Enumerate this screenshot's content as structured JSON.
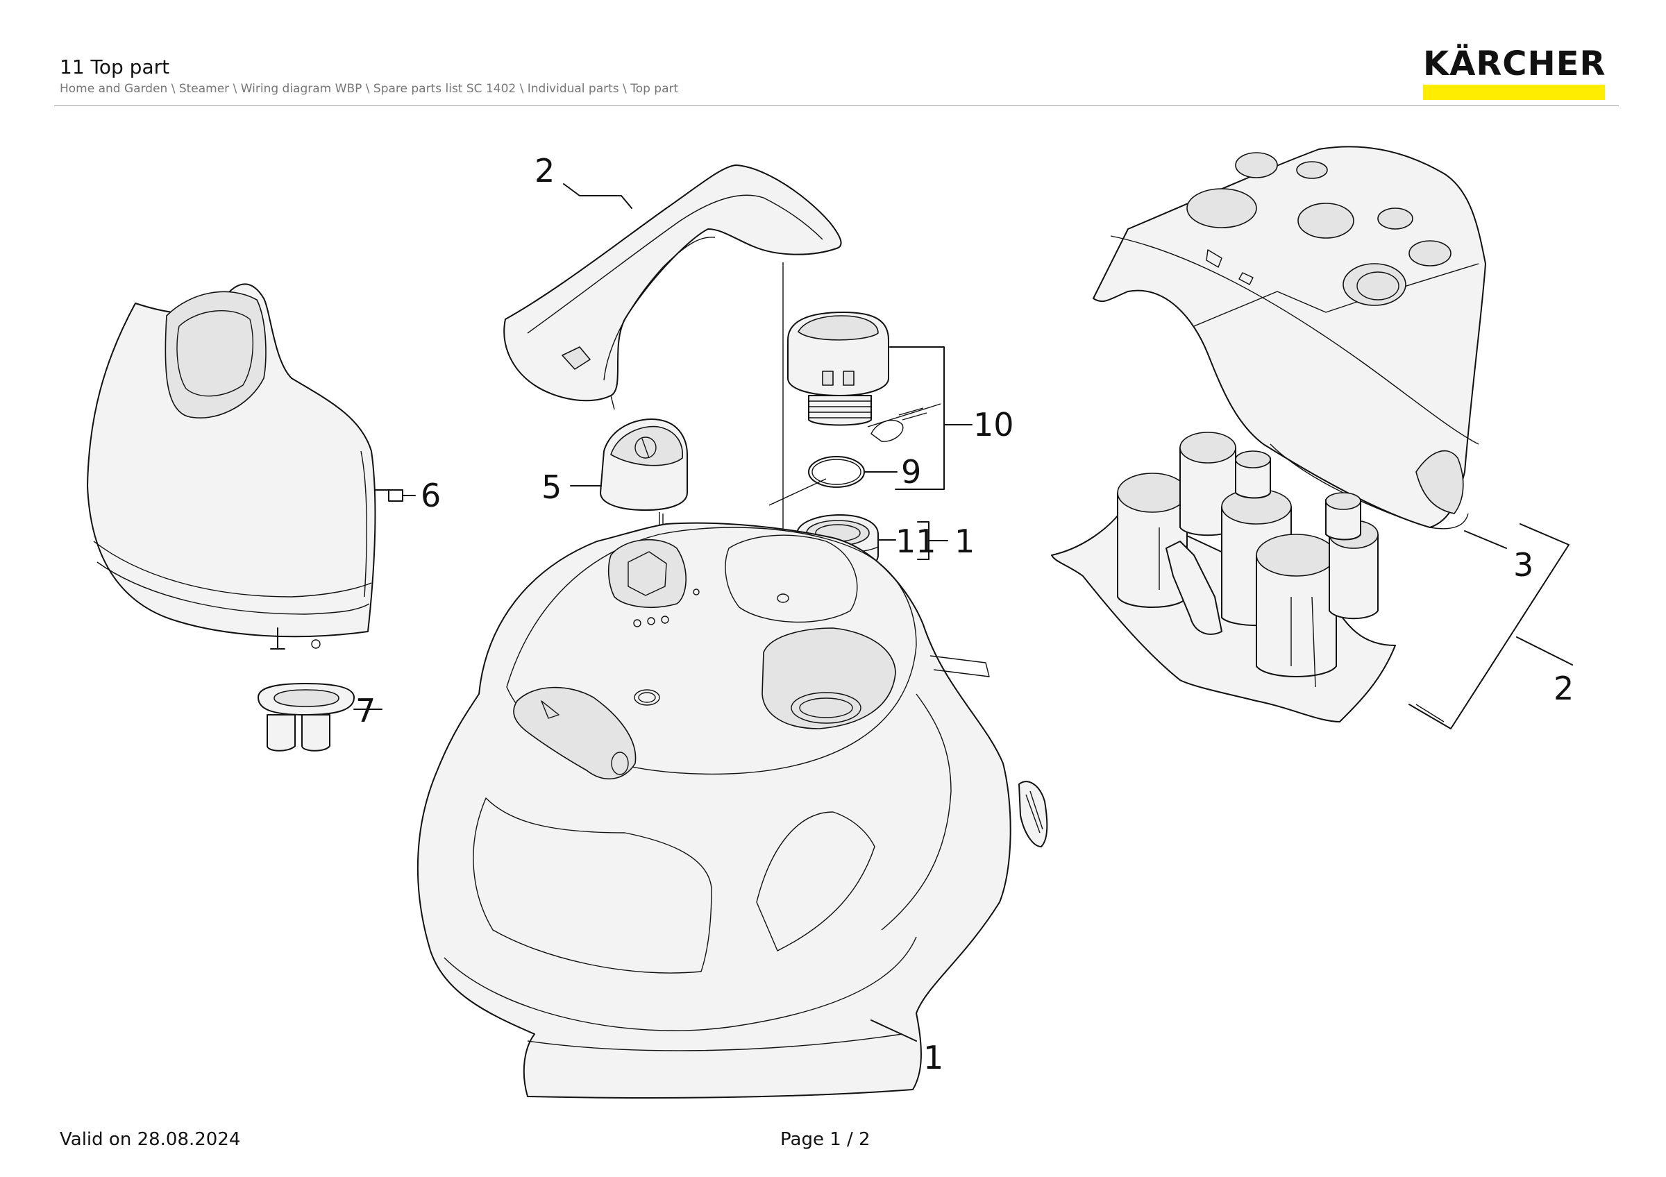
{
  "header": {
    "title": "11 Top part",
    "breadcrumb": "Home and Garden \\ Steamer \\ Wiring diagram WBP \\ Spare parts list SC 1402 \\ Individual parts \\ Top part",
    "logo_text": "KÄRCHER",
    "logo_color": "#ffed00"
  },
  "diagram": {
    "callouts": {
      "c1_main": "1",
      "c1_right": "1",
      "c2_handle": "2",
      "c2_holder": "2",
      "c3": "3",
      "c5": "5",
      "c6": "6",
      "c7": "7",
      "c9": "9",
      "c10": "10",
      "c11": "11"
    }
  },
  "footer": {
    "valid": "Valid on 28.08.2024",
    "page": "Page 1 / 2"
  }
}
